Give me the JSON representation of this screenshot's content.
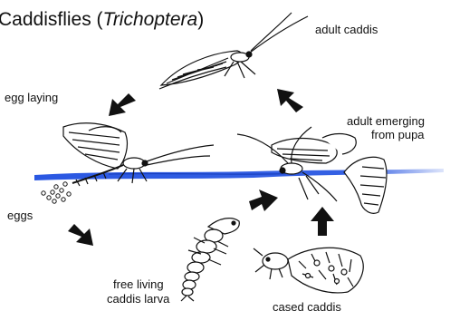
{
  "title": {
    "prefix": "Caddisflies (",
    "italic": "Trichoptera",
    "suffix": ")"
  },
  "labels": {
    "adult_caddis": "adult caddis",
    "egg_laying": "egg laying",
    "adult_emerging_line1": "adult emerging",
    "adult_emerging_line2": "from pupa",
    "eggs": "eggs",
    "free_living_line1": "free living",
    "free_living_line2": "caddis larva",
    "cased_caddis": "cased caddis"
  },
  "colors": {
    "water": "#1f4fe0",
    "ink": "#111111",
    "arrow": "#111111"
  }
}
